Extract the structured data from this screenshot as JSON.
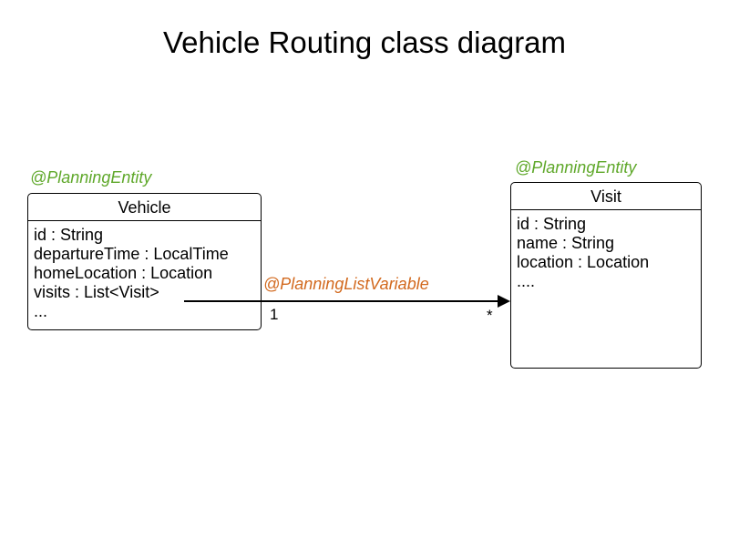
{
  "diagram": {
    "title": "Vehicle Routing class diagram",
    "background": "#FFFFFF",
    "colors": {
      "stereotype_entity": "#5FA82A",
      "stereotype_variable": "#D2691E",
      "line": "#000000",
      "text": "#000000"
    }
  },
  "classes": [
    {
      "id": "vehicle",
      "stereotype": "@PlanningEntity",
      "name": "Vehicle",
      "attributes": [
        "id : String",
        "departureTime : LocalTime",
        "homeLocation : Location",
        "visits : List<Visit>",
        "..."
      ]
    },
    {
      "id": "visit",
      "stereotype": "@PlanningEntity",
      "name": "Visit",
      "attributes": [
        "id : String",
        "name : String",
        "location : Location",
        "...."
      ]
    }
  ],
  "association": {
    "stereotype": "@PlanningListVariable",
    "source_class": "Vehicle",
    "source_attribute": "visits : List<Visit>",
    "source_multiplicity": "1",
    "target_class": "Visit",
    "target_multiplicity": "*",
    "arrow": "open-directed-solid"
  }
}
